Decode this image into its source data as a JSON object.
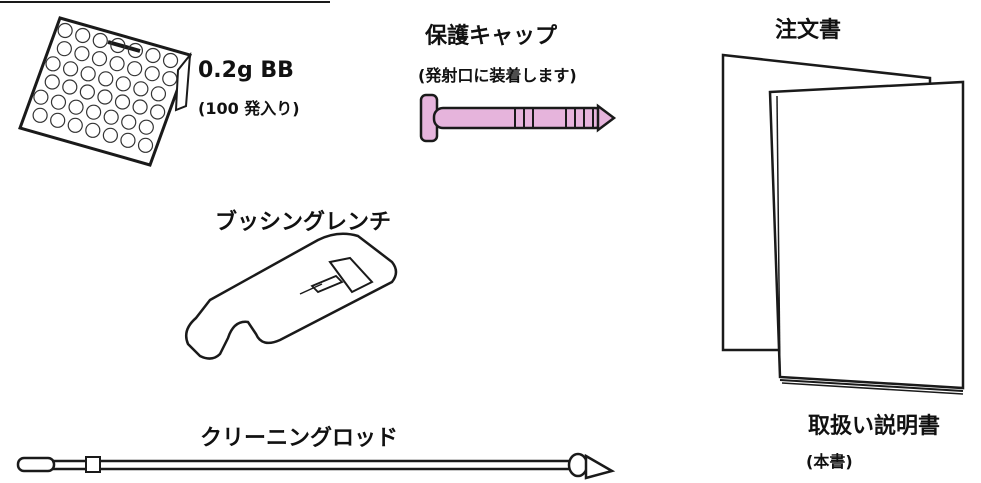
{
  "bb": {
    "name": "0.2g BB",
    "note": "(100 発入り)"
  },
  "cap": {
    "name": "保護キャップ",
    "note": "(発射口に装着します)"
  },
  "order_form": {
    "name": "注文書"
  },
  "wrench": {
    "name": "ブッシングレンチ"
  },
  "rod": {
    "name": "クリーニングロッド"
  },
  "manual": {
    "name": "取扱い説明書",
    "note": "(本書)"
  },
  "colors": {
    "cap_fill": "#e6b4dc",
    "line": "#1a1a1a"
  }
}
